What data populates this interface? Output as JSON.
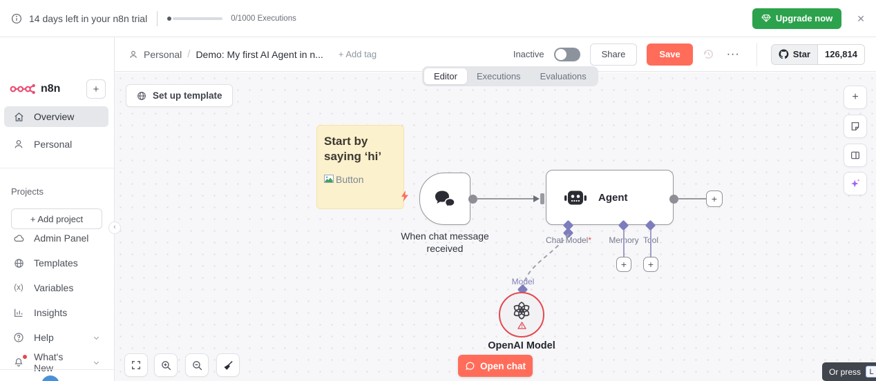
{
  "glyphs": {
    "plus": "+",
    "close": "✕",
    "ellipsis": "···",
    "chevron_collapse": "‹",
    "help_mark": "?",
    "variables_mark": "(x)",
    "minus": "−"
  },
  "colors": {
    "accent": "#ff6d5a",
    "upgrade_green": "#2ca24c",
    "n8n_pink": "#ea4b71",
    "connector_purple": "#7d7dbd",
    "warning_red": "#e5484d",
    "sticky_yellow": "#fcf1cd"
  },
  "trial_banner": {
    "message": "14 days left in your n8n trial",
    "executions_label": "0/1000 Executions",
    "upgrade_label": "Upgrade now"
  },
  "sidebar": {
    "logo_text": "n8n",
    "items_top": [
      {
        "label": "Overview"
      },
      {
        "label": "Personal"
      }
    ],
    "projects_label": "Projects",
    "add_project_label": "+ Add project",
    "items_bottom": [
      {
        "label": "Admin Panel"
      },
      {
        "label": "Templates"
      },
      {
        "label": "Variables"
      },
      {
        "label": "Insights"
      },
      {
        "label": "Help"
      },
      {
        "label": "What's New"
      }
    ]
  },
  "header": {
    "breadcrumb_project": "Personal",
    "breadcrumb_separator": "/",
    "workflow_title": "Demo: My first AI Agent in n...",
    "add_tag_label": "+ Add tag",
    "status_label": "Inactive",
    "share_label": "Share",
    "save_label": "Save",
    "github": {
      "star_label": "Star",
      "count": "126,814"
    }
  },
  "tabs": [
    {
      "label": "Editor"
    },
    {
      "label": "Executions"
    },
    {
      "label": "Evaluations"
    }
  ],
  "canvas": {
    "setup_template_label": "Set up template",
    "sticky_note": {
      "title": "Start by saying ‘hi’",
      "broken_image_alt": "Button"
    },
    "trigger_node": {
      "label_line1": "When chat message",
      "label_line2": "received"
    },
    "agent_node": {
      "label": "Agent",
      "connector_chat_model": "Chat Model",
      "required_marker": "*",
      "connector_memory": "Memory",
      "connector_tool": "Tool"
    },
    "model_node": {
      "connector_label": "Model",
      "label": "OpenAI Model"
    },
    "open_chat_label": "Open chat",
    "hint": {
      "text": "Or press",
      "key": "L"
    }
  }
}
